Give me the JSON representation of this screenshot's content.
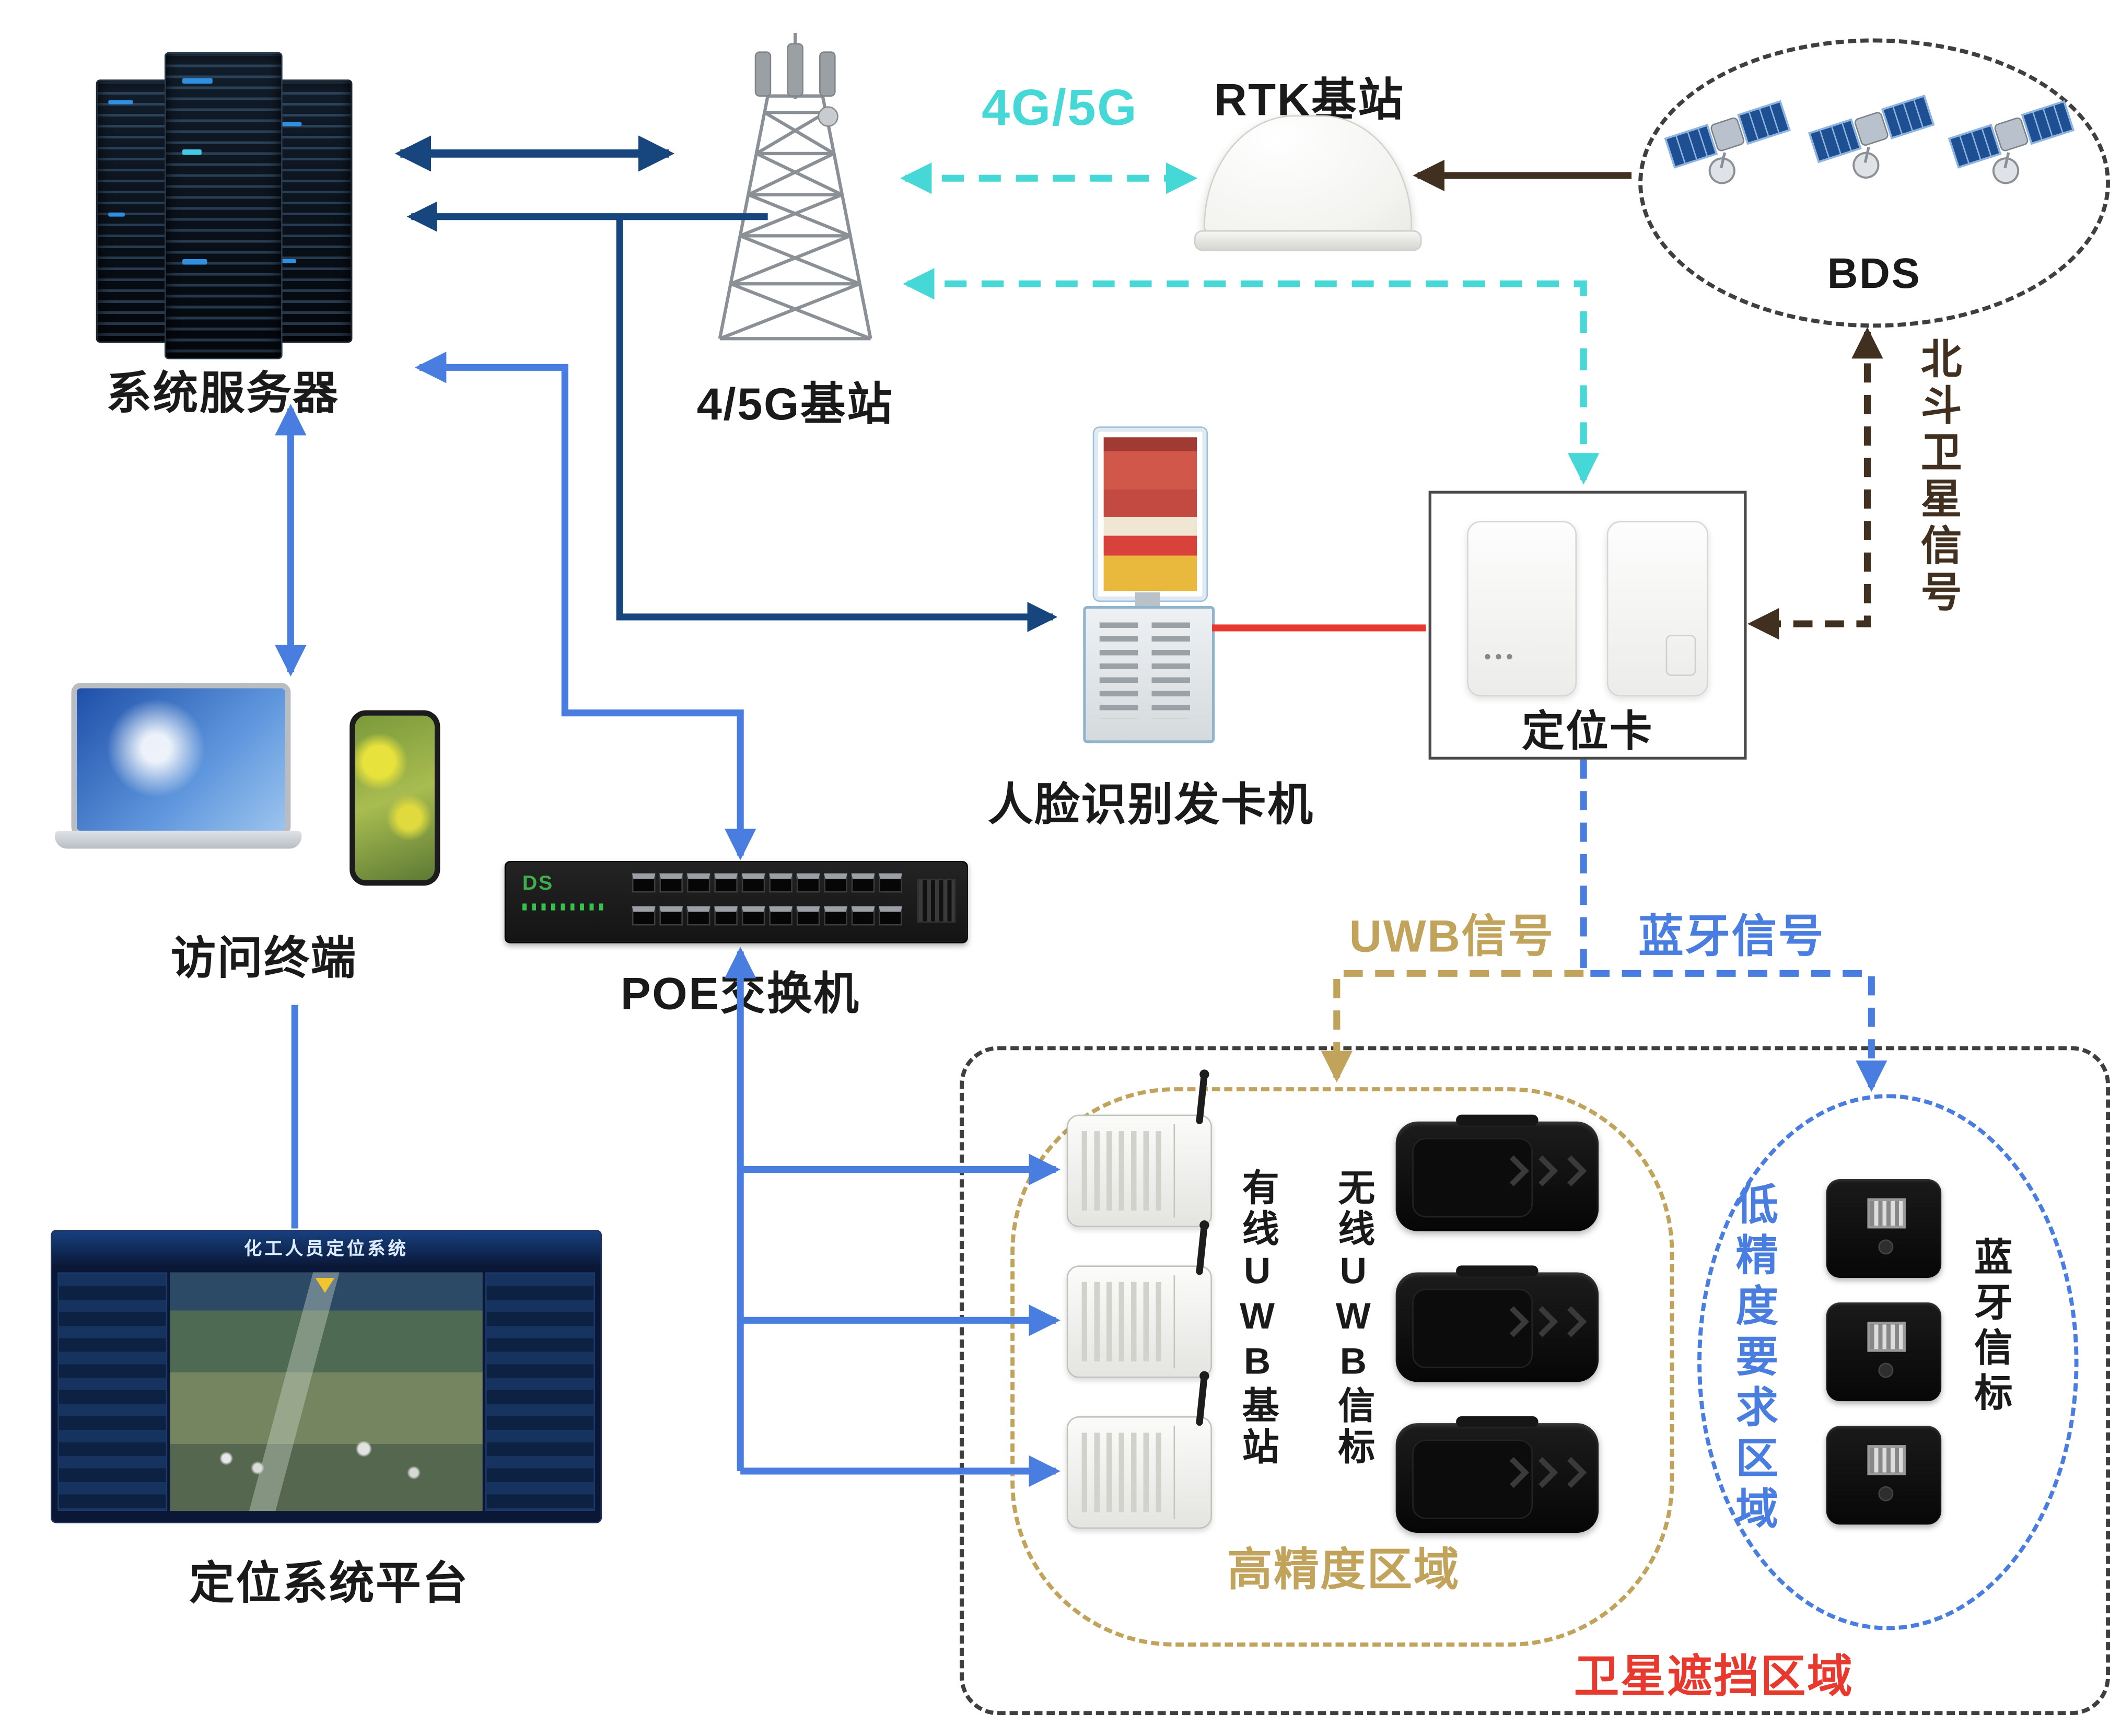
{
  "nodes": {
    "server": {
      "label": "系统服务器"
    },
    "base_station": {
      "label": "4/5G基站"
    },
    "rtk": {
      "label": "RTK基站"
    },
    "bds": {
      "label": "BDS"
    },
    "kiosk": {
      "label": "人脸识别发卡机"
    },
    "locator_card": {
      "label": "定位卡"
    },
    "terminal": {
      "label": "访问终端"
    },
    "poe": {
      "label": "POE交换机",
      "logo": "DS"
    },
    "platform": {
      "label": "定位系统平台",
      "screen_title": "化工人员定位系统"
    },
    "wired_uwb": {
      "label": "有线UWB基站"
    },
    "wireless_uwb": {
      "label": "无线UWB信标"
    },
    "bt_beacon": {
      "label": "蓝牙信标"
    }
  },
  "signals": {
    "g45": "4G/5G",
    "beidou": "北斗卫星信号",
    "uwb": "UWB信号",
    "bluetooth": "蓝牙信号"
  },
  "regions": {
    "high_precision": "高精度区域",
    "low_precision": "低精度要求区域",
    "satellite_blocked": "卫星遮挡区域"
  },
  "colors": {
    "navy": "#17457e",
    "blue": "#4a7de0",
    "cyan": "#46d7d7",
    "brown": "#41301f",
    "tan": "#c2a35b",
    "red": "#e8392f",
    "region_border": "#3f3f3f"
  }
}
